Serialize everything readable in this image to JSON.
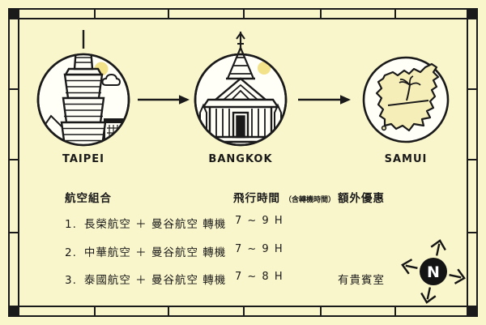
{
  "route": {
    "cities": [
      {
        "label": "TAIPEI",
        "icon": "taipei-101-icon"
      },
      {
        "label": "BANGKOK",
        "icon": "thai-temple-icon"
      },
      {
        "label": "SAMUI",
        "icon": "samui-island-map-icon"
      }
    ]
  },
  "flight_table": {
    "col_combo": "航空組合",
    "col_time": "飛行時間",
    "col_time_note": "（含轉機時間）",
    "col_bonus": "額外優惠",
    "rows": [
      {
        "num": "1.",
        "combo": "長榮航空 ＋ 曼谷航空 轉機",
        "time": "7 ~ 9 H",
        "bonus": ""
      },
      {
        "num": "2.",
        "combo": "中華航空 ＋ 曼谷航空 轉機",
        "time": "7 ~ 9 H",
        "bonus": ""
      },
      {
        "num": "3.",
        "combo": "泰國航空 ＋ 曼谷航空 轉機",
        "time": "7 ~ 8 H",
        "bonus": "有貴賓室"
      }
    ]
  },
  "compass": {
    "label": "N"
  },
  "colors": {
    "background": "#FAF6CB",
    "ink": "#1A1A1A",
    "sun": "#F2E28A",
    "island_fill": "#F6EEB8",
    "circle_fill": "#FFFEF7",
    "compass_fill": "#141414"
  }
}
